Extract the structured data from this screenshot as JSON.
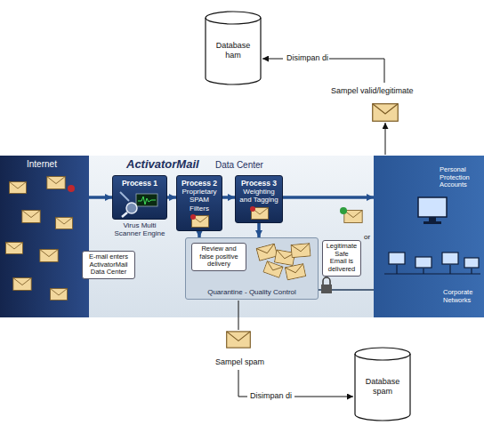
{
  "diagram": {
    "nodes": [
      {
        "text": [
          "Database ham"
        ]
      },
      {
        "text": [
          "Internet"
        ]
      },
      {
        "text": [
          "ActivatorMail",
          "Data Center"
        ]
      },
      {
        "text": [
          "E-mail enters ActivatorMail Data Center"
        ]
      },
      {
        "text": [
          "Process 1",
          "Virus Multi Scanner Engine"
        ],
        "in": 2
      },
      {
        "text": [
          "Process 2",
          "Proprietary SPAM Filters"
        ],
        "in": 2
      },
      {
        "text": [
          "Process 3",
          "Weighting and Tagging"
        ],
        "in": 2
      },
      {
        "text": [
          "Review and false positive delivery",
          "Quarantine - Quality Control"
        ],
        "in": 2
      },
      {
        "text": [
          "Legitimate Safe Email is delivered"
        ]
      },
      {
        "text": [
          "Personal Protection Accounts",
          "Corporate Networks"
        ]
      },
      {
        "text": [
          "Database spam"
        ]
      }
    ],
    "edges": [
      {
        "from": 1,
        "to": 4,
        "arrow": "to"
      },
      {
        "from": 4,
        "to": 5,
        "arrow": "to"
      },
      {
        "from": 5,
        "to": 6,
        "arrow": "to"
      },
      {
        "from": 5,
        "to": 7,
        "arrow": "to"
      },
      {
        "from": 6,
        "to": 7,
        "arrow": "to"
      },
      {
        "from": 6,
        "to": 9,
        "arrow": "to"
      }
    ],
    "labels": [
      "Disimpan di",
      "Sampel valid/legitimate",
      "or",
      "Sampel spam",
      "Disimpan di"
    ]
  }
}
